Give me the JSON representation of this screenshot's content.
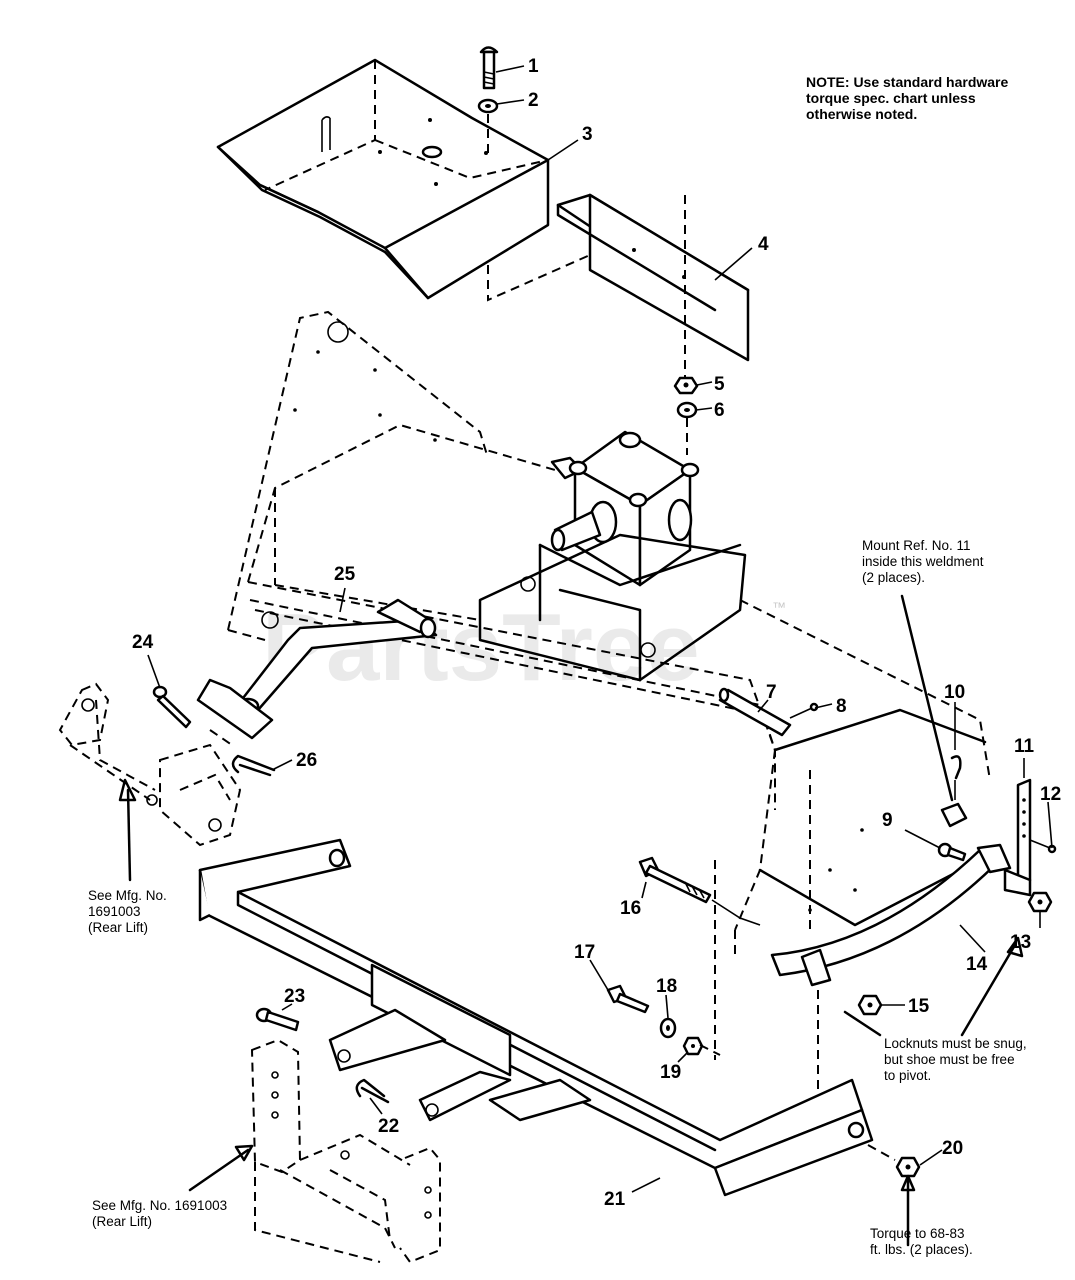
{
  "watermark": {
    "text": "PartsTree",
    "trademark": "™"
  },
  "notes": {
    "hardware_torque": [
      "NOTE: Use standard hardware",
      "torque spec. chart unless",
      "otherwise noted."
    ],
    "mount_ref": [
      "Mount Ref. No. 11",
      "inside this weldment",
      "(2 places)."
    ],
    "rear_lift_left": [
      "See Mfg. No.",
      "1691003",
      "(Rear Lift)"
    ],
    "rear_lift_bottom": [
      "See Mfg. No. 1691003",
      "(Rear Lift)"
    ],
    "locknuts": [
      "Locknuts must be snug,",
      "but shoe must be free",
      "to pivot."
    ],
    "torque": [
      "Torque to 68-83",
      "ft. lbs. (2 places)."
    ]
  },
  "callouts": [
    "1",
    "2",
    "3",
    "4",
    "5",
    "6",
    "7",
    "8",
    "9",
    "10",
    "11",
    "12",
    "13",
    "14",
    "15",
    "16",
    "17",
    "18",
    "19",
    "20",
    "21",
    "22",
    "23",
    "24",
    "25",
    "26"
  ]
}
